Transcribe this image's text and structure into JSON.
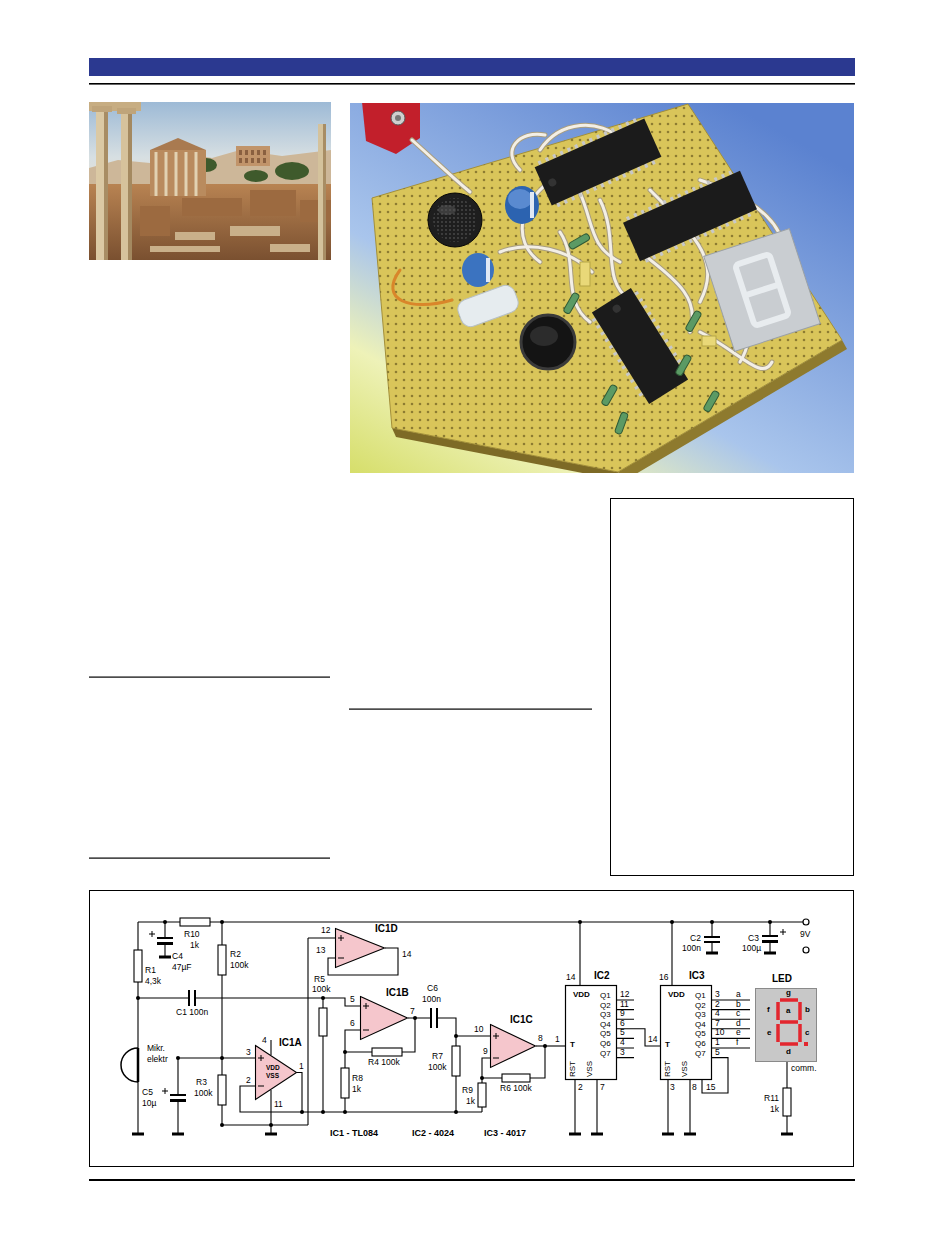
{
  "diagram": {
    "nodes": [
      {
        "text": [
          "IC1D"
        ]
      },
      {
        "text": [
          "IC1B"
        ]
      },
      {
        "text": [
          "IC1C"
        ]
      },
      {
        "text": [
          "IC1A",
          "VDD",
          "VSS"
        ]
      },
      {
        "text": [
          "IC2",
          "VDD",
          "Q1",
          "Q2",
          "Q3",
          "Q4",
          "Q5",
          "Q6",
          "Q7",
          "T",
          "RST",
          "VSS"
        ]
      },
      {
        "text": [
          "IC3",
          "VDD",
          "Q1",
          "Q2",
          "Q3",
          "Q4",
          "Q5",
          "Q6",
          "Q7",
          "T",
          "RST",
          "VSS"
        ]
      },
      {
        "text": [
          "LED",
          "g",
          "f",
          "b",
          "a",
          "e",
          "c",
          "d"
        ]
      }
    ],
    "edges": [
      {
        "from": 1,
        "to": 2,
        "arrow": "none"
      },
      {
        "from": 2,
        "to": 4,
        "arrow": "none"
      },
      {
        "from": 4,
        "to": 5,
        "arrow": "none"
      }
    ],
    "labels": [
      "R10",
      "1k",
      "C4",
      "47µF",
      "R1",
      "4,3k",
      "R2",
      "100k",
      "C1 100n",
      "Mikr.",
      "elektr",
      "C5",
      "10µ",
      "R3",
      "100k",
      "4",
      "3",
      "2",
      "1",
      "11",
      "12",
      "13",
      "14",
      "R5",
      "100k",
      "5",
      "6",
      "7",
      "R4 100k",
      "R8",
      "1k",
      "C6",
      "100n",
      "R7",
      "100k",
      "10",
      "9",
      "8",
      "R9",
      "1k",
      "R6 100k",
      "1",
      "IC1 - TL084",
      "IC2 - 4024",
      "IC3 - 4017",
      "14",
      "12",
      "11",
      "9",
      "6",
      "5",
      "4",
      "3",
      "2",
      "7",
      "14",
      "16",
      "3",
      "2",
      "4",
      "7",
      "10",
      "1",
      "5",
      "a",
      "b",
      "c",
      "d",
      "e",
      "f",
      "3",
      "8",
      "15",
      "C2",
      "100n",
      "C3",
      "100µ",
      "9V",
      "comm.",
      "R11",
      "1k"
    ]
  }
}
